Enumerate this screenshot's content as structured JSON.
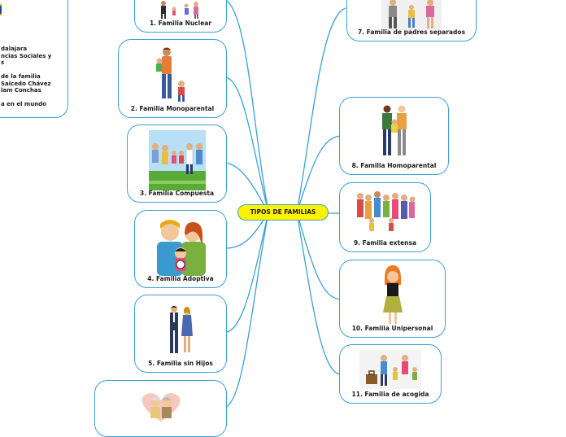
{
  "central": {
    "label": "TIPOS DE FAMILIAS"
  },
  "info": {
    "lines": [
      "dalajara",
      "ncias Sociales y",
      "s",
      "de la familia",
      "Saicedo Chávez",
      "lam Conchas",
      "a en el mundo"
    ]
  },
  "nodes": {
    "n1": {
      "label": "1. Familia Nuclear"
    },
    "n2": {
      "label": "2. Familia Monoparental"
    },
    "n3": {
      "label": "3. Familia Compuesta"
    },
    "n4": {
      "label": "4. Familia Adoptiva"
    },
    "n5": {
      "label": "5. Familia sin Hijos"
    },
    "n6": {
      "label": ""
    },
    "n7": {
      "label": "7. Familia de padres separados"
    },
    "n8": {
      "label": "8. Familia Homoparental"
    },
    "n9": {
      "label": "9. Familia extensa"
    },
    "n10": {
      "label": "10. Familia Unipersonal"
    },
    "n11": {
      "label": "11. Familia de acogida"
    }
  },
  "colors": {
    "connector": "#3aa0d8",
    "central_fill": "#fff200",
    "border": "#3aa0d8"
  }
}
